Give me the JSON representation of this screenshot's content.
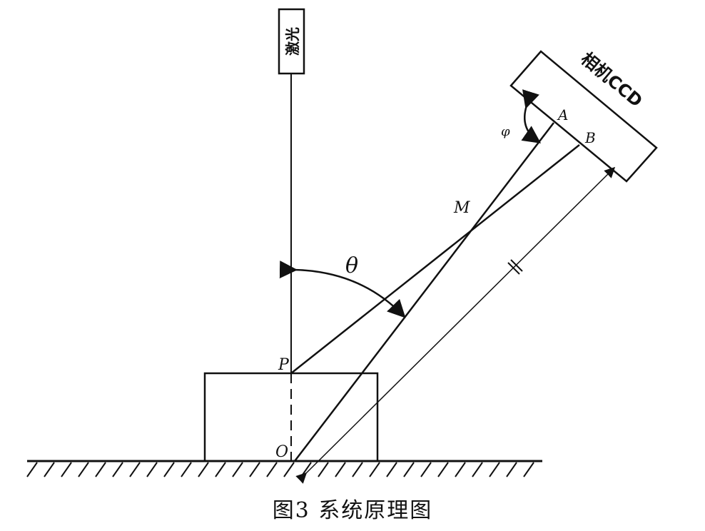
{
  "caption": "图3   系统原理图",
  "labels": {
    "laser": "激光",
    "camera": "相机CCD",
    "point_A": "A",
    "point_B": "B",
    "point_M": "M",
    "point_P": "P",
    "point_O": "O",
    "angle_theta": "θ",
    "angle_phi": "φ"
  }
}
